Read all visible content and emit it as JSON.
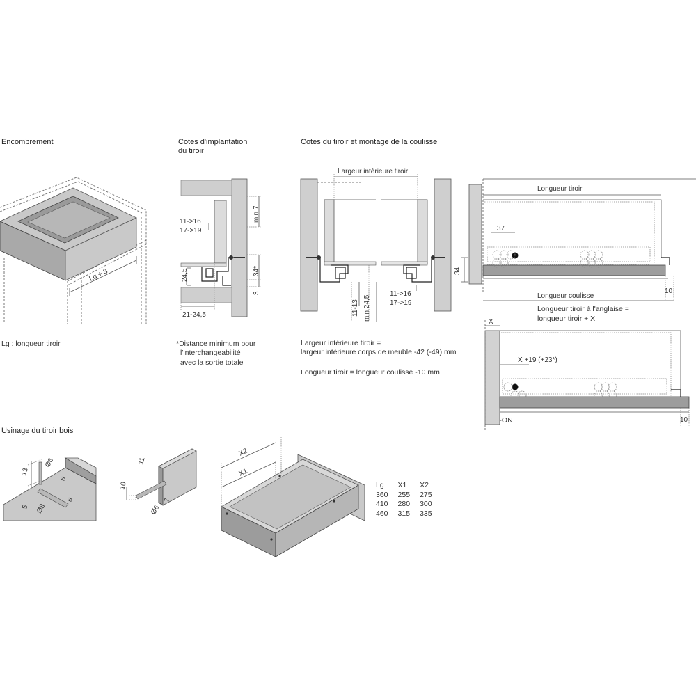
{
  "sections": {
    "encombrement": {
      "title": "Encombrement",
      "dim_label": "Lg + 3",
      "caption": "Lg : longueur tiroir"
    },
    "cotes_implantation": {
      "title_line1": "Cotes d'implantation",
      "title_line2": "du tiroir",
      "labels": {
        "a": "11->16",
        "b": "17->19",
        "min7": "min 7",
        "d245": "24,5",
        "d34s": "34*",
        "d3": "3",
        "d21": "21-24,5"
      },
      "note_line1": "*Distance minimum pour",
      "note_line2": "l'interchangeabilité",
      "note_line3": "avec la sortie totale"
    },
    "cotes_tiroir": {
      "title": "Cotes du tiroir et montage de la coulisse",
      "width_label": "Largeur intérieure tiroir",
      "labels": {
        "d1113": "11-13",
        "min245": "min 24,5",
        "a": "11->16",
        "b": "17->19",
        "d34": "34"
      },
      "note1_line1": "Largeur intérieure tiroir =",
      "note1_line2": "largeur intérieure corps de meuble -42 (-49) mm",
      "note2": "Longueur tiroir = longueur coulisse -10 mm"
    },
    "side_views": {
      "top": {
        "length_label": "Longueur tiroir",
        "d37": "37",
        "d10": "10",
        "rail_label": "Longueur coulisse"
      },
      "bottom": {
        "title_line1": "Longueur tiroir à l'anglaise =",
        "title_line2": "longueur tiroir + X",
        "x": "X",
        "offset": "X +19 (+23*)",
        "d10": "10",
        "tipon": "*TIP-ON"
      }
    },
    "usinage": {
      "title": "Usinage du tiroir bois",
      "fig1": {
        "d13": "13",
        "d6": "Ø6",
        "d5": "5",
        "d8": "Ø8",
        "d6b": "6",
        "d6c": "6"
      },
      "fig2": {
        "d11": "11",
        "d10": "10",
        "d6": "Ø6",
        "d7": "7"
      },
      "fig3": {
        "x1": "X1",
        "x2": "X2"
      },
      "table": {
        "headers": [
          "Lg",
          "X1",
          "X2"
        ],
        "rows": [
          [
            "360",
            "255",
            "275"
          ],
          [
            "410",
            "280",
            "300"
          ],
          [
            "460",
            "315",
            "335"
          ]
        ]
      }
    }
  }
}
